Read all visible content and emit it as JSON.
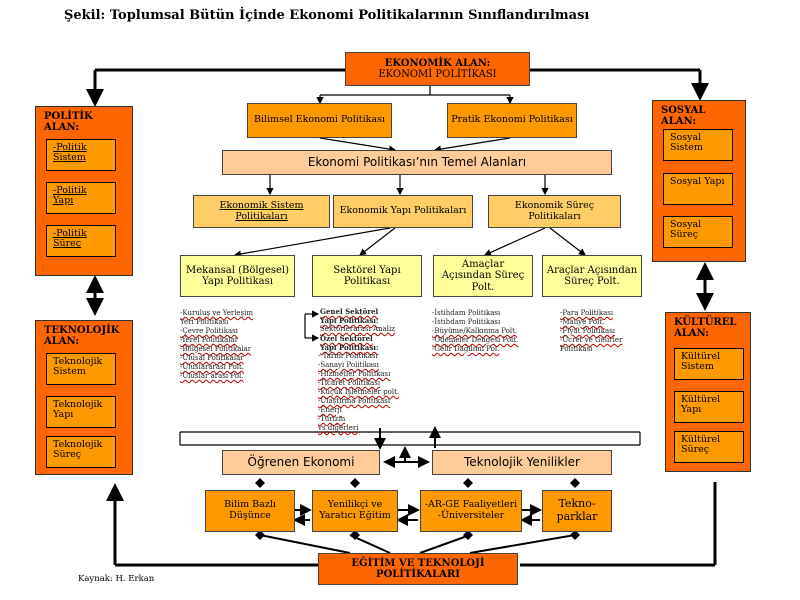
{
  "title": "Şekil: Toplumsal Bütün İçinde Ekonomi Politikalarının Sınıflandırılması",
  "top": {
    "line1": "EKONOMİK ALAN:",
    "line2": "EKONOMİ POLİTİKASI"
  },
  "bilimsel": "Bilimsel Ekonomi Politikası",
  "pratik": "Pratik Ekonomi Politikası",
  "temel": "Ekonomi Politikası’nın Temel Alanları",
  "row1": [
    "Ekonomik Sistem Politikaları",
    "Ekonomik Yapı Politikaları",
    "Ekonomik Süreç Politikaları"
  ],
  "row2": [
    "Mekansal (Bölgesel) Yapı Politikası",
    "Sektörel Yapı Politikası",
    "Amaçlar Açısından Süreç Polt.",
    "Araçlar Açısından Süreç Polt."
  ],
  "list1": [
    "-Kuruluş ve Yerleşim",
    "Yeri Politikası",
    "-Çevre Politikası",
    "-Yerel Politikalar",
    "-Bölgesel Politikalar",
    "-Ulusal Politikalar",
    "-Uluslararası Polt.",
    "-Uluslar arası Pol."
  ],
  "list2a": [
    "Genel Sektörel",
    "Yapı Politikası:",
    "Sektörlerarası Analiz",
    "Özel Sektörel",
    "Yapı Politikası:"
  ],
  "list2b": [
    "- Tarım Politikası",
    "-Sanayi Politikası",
    "-Hizmetler Politikası",
    "-Ticaret Politikası",
    "-Küçük İşletmeler polt.",
    "-Ulaştırma Politikası",
    "-Enerji",
    "-Turizm",
    "vs diğerleri"
  ],
  "list3": [
    "-İstihdam Politikası",
    "-İstihdam Politikası",
    "-Büyüme/Kalkınma Polt.",
    "-Ödemeler Dengesi Polt.",
    "-Gelir Dağılımı Pol."
  ],
  "list4": [
    "-Para Politikası",
    "-Maliye Polt.",
    "-Fiyat Politikası",
    "-Ücret ve Gelirler",
    "Politikası"
  ],
  "politik": {
    "title": "POLİTİK ALAN:",
    "items": [
      "-Politik Sistem",
      "-Politik Yapı",
      "-Politik Süreç"
    ]
  },
  "teknolojik": {
    "title": "TEKNOLOJİK ALAN:",
    "items": [
      "Teknolojik Sistem",
      "Teknolojik Yapı",
      "Teknolojik Süreç"
    ]
  },
  "sosyal": {
    "title": "SOSYAL ALAN:",
    "items": [
      "Sosyal Sistem",
      "Sosyal Yapı",
      "Sosyal Süreç"
    ]
  },
  "kulturel": {
    "title": "KÜLTÜREL ALAN:",
    "items": [
      "Kültürel Sistem",
      "Kültürel Yapı",
      "Kültürel Süreç"
    ]
  },
  "ogrenen": "Öğrenen Ekonomi",
  "tekyen": "Teknolojik Yenilikler",
  "bottom_row": [
    "Bilim Bazlı Düşünce",
    "Yenilikçi ve Yaratıcı Eğitim",
    "-AR-GE Faaliyetleri -Üniversiteler",
    "Tekno-parklar"
  ],
  "egitim": "EĞİTİM VE TEKNOLOJİ POLİTİKALARI",
  "source": "Kaynak: H. Erkan"
}
